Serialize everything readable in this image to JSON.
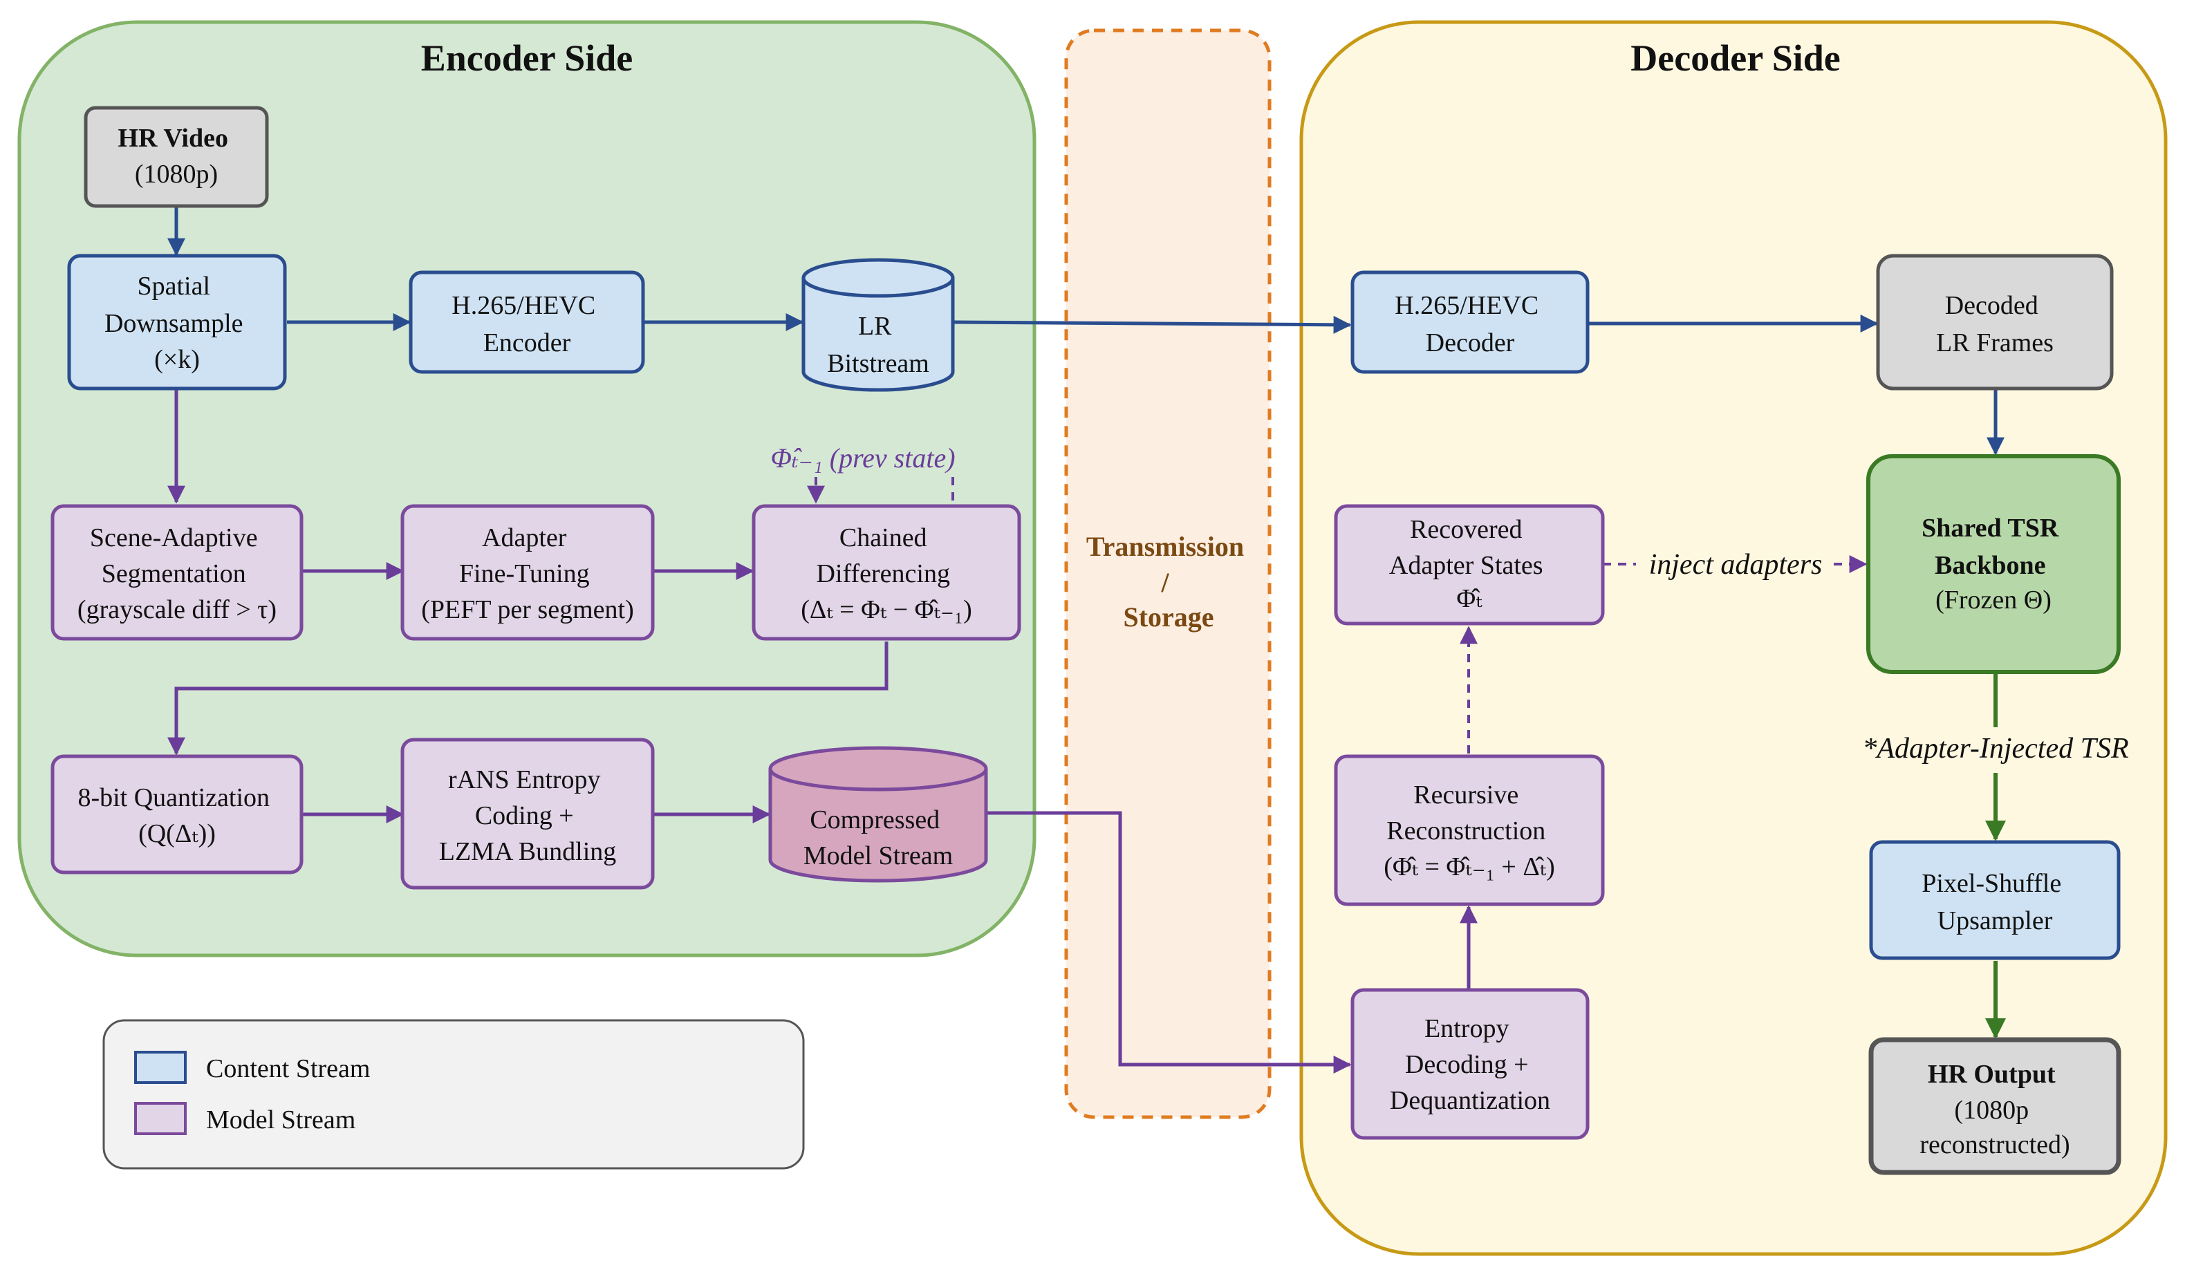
{
  "colors": {
    "content_stream": "#2a4d8f",
    "model_stream": "#6a3d9a",
    "tsr_path": "#3a7a25",
    "encoder_panel_fill": "#d5e8d4",
    "decoder_panel_fill": "#fff8e1",
    "transmission_fill": "#fdeee2"
  },
  "encoder": {
    "title": "Encoder Side",
    "hr_video": {
      "line1": "HR Video",
      "line2": "(1080p)"
    },
    "downsample": {
      "line1": "Spatial",
      "line2": "Downsample",
      "line3": "(×k)"
    },
    "hevc_encoder": {
      "line1": "H.265/HEVC",
      "line2": "Encoder"
    },
    "lr_bitstream": {
      "line1": "LR",
      "line2": "Bitstream"
    },
    "segmentation": {
      "line1": "Scene-Adaptive",
      "line2": "Segmentation",
      "line3": "(grayscale diff > τ)"
    },
    "finetuning": {
      "line1": "Adapter",
      "line2": "Fine-Tuning",
      "line3": "(PEFT per segment)"
    },
    "differencing": {
      "line1": "Chained",
      "line2": "Differencing",
      "line3": "(Δₜ = Φₜ − Φ̂ₜ₋₁)"
    },
    "prev_state": "Φ̂ₜ₋₁ (prev state)",
    "quantization": {
      "line1": "8-bit Quantization",
      "line2": "(Q(Δₜ))"
    },
    "entropy_coding": {
      "line1": "rANS Entropy",
      "line2": "Coding +",
      "line3": "LZMA Bundling"
    },
    "compressed_stream": {
      "line1": "Compressed",
      "line2": "Model Stream"
    }
  },
  "transmission": {
    "line1": "Transmission",
    "line2": "/",
    "line3": "Storage"
  },
  "decoder": {
    "title": "Decoder Side",
    "hevc_decoder": {
      "line1": "H.265/HEVC",
      "line2": "Decoder"
    },
    "decoded_frames": {
      "line1": "Decoded",
      "line2": "LR Frames"
    },
    "recovered_states": {
      "line1": "Recovered",
      "line2": "Adapter States",
      "line3": "Φ̂ₜ"
    },
    "inject_label": "inject adapters",
    "tsr_backbone": {
      "line1": "Shared TSR",
      "line2": "Backbone",
      "line3": "(Frozen Θ)"
    },
    "adapter_injected_label": "*Adapter-Injected TSR",
    "recursive_reconstruction": {
      "line1": "Recursive",
      "line2": "Reconstruction",
      "line3": "(Φ̂ₜ = Φ̂ₜ₋₁ + Δ̂ₜ)"
    },
    "pixel_shuffle": {
      "line1": "Pixel-Shuffle",
      "line2": "Upsampler"
    },
    "entropy_decoding": {
      "line1": "Entropy",
      "line2": "Decoding +",
      "line3": "Dequantization"
    },
    "hr_output": {
      "line1": "HR Output",
      "line2": "(1080p",
      "line3": "reconstructed)"
    }
  },
  "legend": {
    "content": "Content Stream",
    "model": "Model Stream"
  }
}
